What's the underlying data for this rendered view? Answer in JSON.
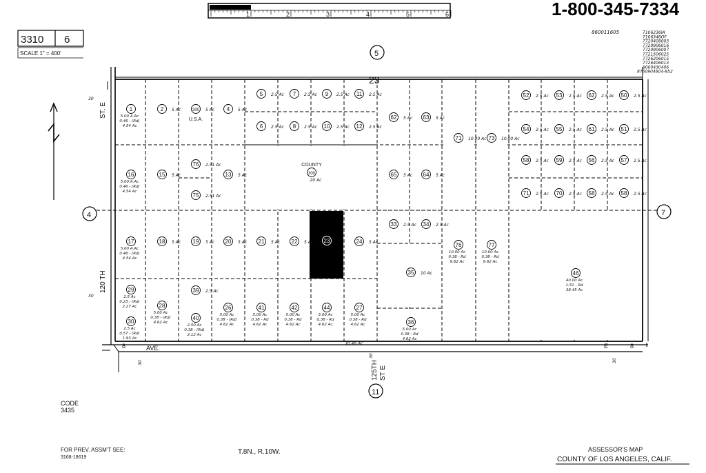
{
  "phone": "1-800-345-7334",
  "book": "3310",
  "page": "6",
  "scale": "SCALE 1\" = 400'",
  "map_no": "860011605",
  "doc_codes": [
    "7106236IA",
    "7106346OF",
    "7720408003",
    "7720906016",
    "7720906007",
    "7721506025",
    "7726206015",
    "7726406013",
    "8000430406",
    "8760904604-852"
  ],
  "township_range": "T.8N., R.10W.",
  "code_label": "CODE",
  "code_value": "3435",
  "prev_label": "FOR PREV. ASSM'T SEE:",
  "prev_value": "3168-18619",
  "footer_1": "ASSESSOR'S MAP",
  "footer_2": "COUNTY OF LOS ANGELES, CALIF.",
  "section_num": "23",
  "blocks": {
    "n": "5",
    "w": "4",
    "e": "7",
    "s": "11"
  },
  "streets": {
    "st_e_left": "ST. E",
    "ave": "AVE.",
    "ave_e": "E",
    "ave_prefix_8": "8",
    "ave_suffix_8": "8",
    "st_120": "120 TH",
    "st_125": "125TH",
    "st_125_b": "ST E",
    "dist_30_1": "30",
    "dist_30_2": "30",
    "dist_30_3": "30",
    "dist_30_4": "30",
    "dist_30_5": "30",
    "ave_acres": "30.48 Ac"
  },
  "ruler": [
    "1",
    "2",
    "3",
    "4",
    "5",
    "6"
  ],
  "parcels": [
    {
      "n": "1",
      "a": "5.00 A.Ac",
      "b": "0.46 - (Rd)",
      "c": "4.54 Ac"
    },
    {
      "n": "2",
      "a": "5 Ac"
    },
    {
      "n": "300",
      "a": "5 Ac",
      "b": "U.S.A."
    },
    {
      "n": "4",
      "a": "5 Ac"
    },
    {
      "n": "5",
      "a": "2.5 Ac"
    },
    {
      "n": "7",
      "a": "2.5 Ac"
    },
    {
      "n": "9",
      "a": "2.5 Ac"
    },
    {
      "n": "11",
      "a": "2.5 Ac"
    },
    {
      "n": "6",
      "a": "2.5 Ac"
    },
    {
      "n": "8",
      "a": "2.5 Ac"
    },
    {
      "n": "10",
      "a": "2.5 Ac"
    },
    {
      "n": "12",
      "a": "2.5 Ac"
    },
    {
      "n": "62",
      "a": "5 Ac"
    },
    {
      "n": "63",
      "a": "5 Ac"
    },
    {
      "n": "71",
      "a": "10.00 Ac"
    },
    {
      "n": "73",
      "a": "10.00 Ac"
    },
    {
      "n": "52",
      "a": "2.5 Ac"
    },
    {
      "n": "53",
      "a": "2.5 Ac"
    },
    {
      "n": "62",
      "a": "2.5 Ac"
    },
    {
      "n": "50",
      "a": "2.5 Ac"
    },
    {
      "n": "54",
      "a": "2.5 Ac"
    },
    {
      "n": "55",
      "a": "2.5 Ac"
    },
    {
      "n": "61",
      "a": "2.5 Ac"
    },
    {
      "n": "51",
      "a": "2.5 Ac"
    },
    {
      "n": "16",
      "a": "5.00 A.Ac",
      "b": "0.46 - (Rd)",
      "c": "4.54 Ac"
    },
    {
      "n": "15",
      "a": "5 Ac"
    },
    {
      "n": "76",
      "a": "2.51 Ac"
    },
    {
      "n": "75",
      "a": "2.51 Ac"
    },
    {
      "n": "13",
      "a": "5 Ac"
    },
    {
      "n": "300",
      "a": "20 Ac",
      "b": "COUNTY"
    },
    {
      "n": "65",
      "a": "5 Ac"
    },
    {
      "n": "64",
      "a": "5 Ac"
    },
    {
      "n": "58",
      "a": "2.5 Ac"
    },
    {
      "n": "59",
      "a": "2.5 Ac"
    },
    {
      "n": "56",
      "a": "2.5 Ac"
    },
    {
      "n": "57",
      "a": "2.5 Ac"
    },
    {
      "n": "71",
      "a": "2.5 Ac"
    },
    {
      "n": "70",
      "a": "2.5 Ac"
    },
    {
      "n": "58",
      "a": "2.5 Ac"
    },
    {
      "n": "58",
      "a": "2.5 Ac"
    },
    {
      "n": "17",
      "a": "5.00 A.Ac",
      "b": "0.46 - (Rd)",
      "c": "4.54 Ac"
    },
    {
      "n": "18",
      "a": "5 Ac"
    },
    {
      "n": "19",
      "a": "5 Ac"
    },
    {
      "n": "20",
      "a": "5 Ac"
    },
    {
      "n": "21",
      "a": "5 Ac"
    },
    {
      "n": "22",
      "a": "5 Ac"
    },
    {
      "n": "23"
    },
    {
      "n": "24",
      "a": "5 Ac"
    },
    {
      "n": "33",
      "a": "2.5 Ac"
    },
    {
      "n": "34",
      "a": "2.5 Ac"
    },
    {
      "n": "35",
      "a": "10 Ac"
    },
    {
      "n": "76",
      "a": "10.00 Ac",
      "b": "0.38 - Rd",
      "c": "9.62 Ac"
    },
    {
      "n": "77",
      "a": "10.00 Ac",
      "b": "0.38 - Rd",
      "c": "9.62 Ac"
    },
    {
      "n": "46",
      "a": "40.00 Ac",
      "b": "1.51 - Rd",
      "c": "38.45 Ac"
    },
    {
      "n": "29",
      "a": "2.5 Ac",
      "b": "0.23 - (Rd)",
      "c": "2.27 Ac"
    },
    {
      "n": "28",
      "a": "5.00 Ac",
      "b": "0.38 - (Rd)",
      "c": "4.62 Ac"
    },
    {
      "n": "39",
      "a": "2.5 Ac"
    },
    {
      "n": "40",
      "a": "2.50 Ac",
      "b": "0.38 - (Rd)",
      "c": "2.12 Ac"
    },
    {
      "n": "26",
      "a": "5.00 Ac",
      "b": "0.38 - (Rd)",
      "c": "4.62 Ac"
    },
    {
      "n": "41",
      "a": "5.00 Ac",
      "b": "0.38 - Rd",
      "c": "4.62 Ac"
    },
    {
      "n": "42",
      "a": "5.00 Ac",
      "b": "0.38 - Rd",
      "c": "4.62 Ac"
    },
    {
      "n": "44",
      "a": "5.00 Ac",
      "b": "0.38 - Rd",
      "c": "4.62 Ac"
    },
    {
      "n": "27",
      "a": "5.00 Ac",
      "b": "0.38 - Rd",
      "c": "4.62 Ac"
    },
    {
      "n": "36",
      "a": "5.00 Ac",
      "b": "0.38 - Rd",
      "c": "4.62 Ac"
    },
    {
      "n": "30",
      "a": "2.5 Ac",
      "b": "0.57 - (Rd)",
      "c": "1.93 Ac"
    }
  ]
}
